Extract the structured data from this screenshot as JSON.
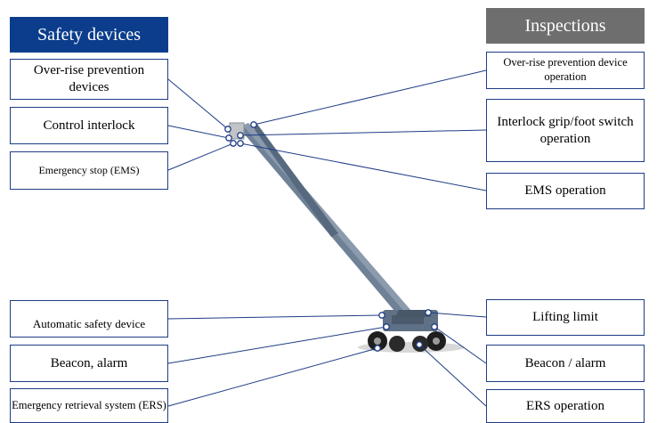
{
  "left_header": "Safety devices",
  "right_header": "Inspections",
  "safety_devices": [
    "Over-rise prevention devices",
    "Control interlock",
    "Emergency stop (EMS)",
    "Automatic safety device",
    "Beacon, alarm",
    "Emergency retrieval system (ERS)"
  ],
  "inspections": [
    "Over-rise prevention device operation",
    "Interlock grip/foot switch operation",
    "EMS operation",
    "Lifting limit",
    "Beacon / alarm",
    "ERS operation"
  ],
  "colors": {
    "left_header_bg": "#0b3d8c",
    "right_header_bg": "#6e6e6e",
    "box_border": "#1f3c86",
    "connector": "#1f3c86",
    "lift": "#6f8196"
  },
  "image": "aerial-boom-lift"
}
